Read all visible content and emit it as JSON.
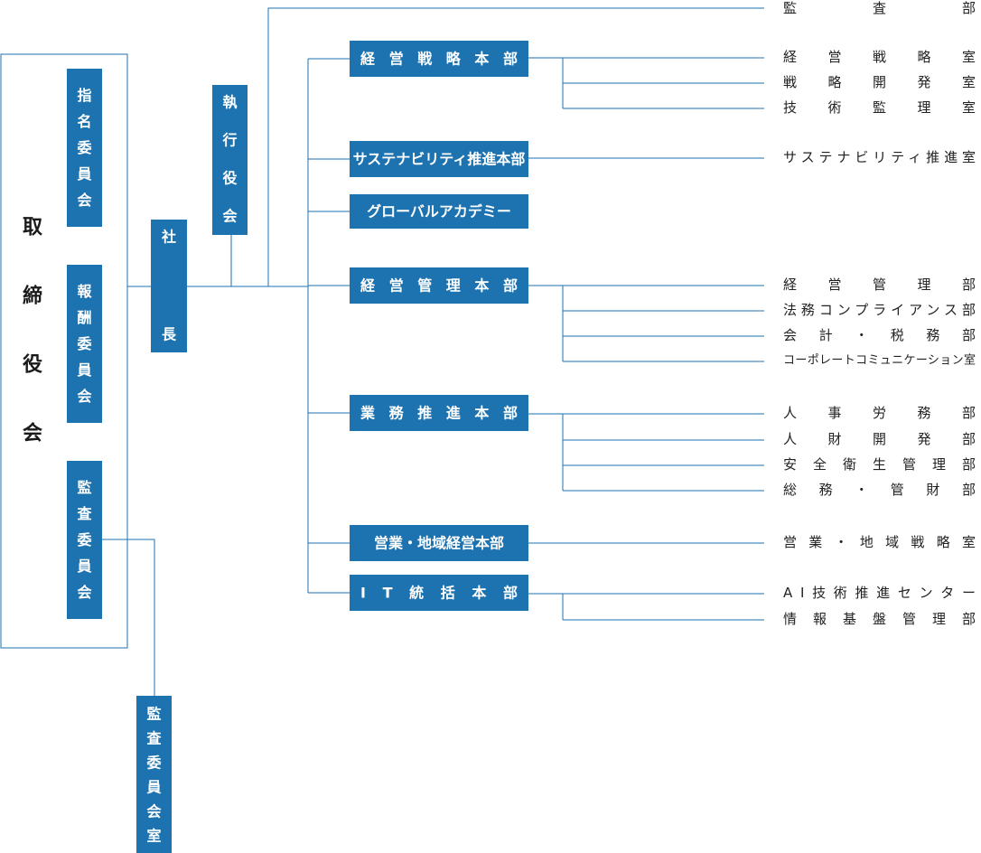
{
  "board": {
    "label": "取締役会"
  },
  "committees": [
    {
      "label": "指名委員会"
    },
    {
      "label": "報酬委員会"
    },
    {
      "label": "監査委員会"
    }
  ],
  "audit_office": {
    "label": "監査委員会室"
  },
  "president": {
    "label": "社長"
  },
  "exec_officers": {
    "label": "執行役会"
  },
  "audit_dept": {
    "label": "監査部"
  },
  "headquarters": [
    {
      "label": "経営戦略本部",
      "children": [
        "経営戦略室",
        "戦略開発室",
        "技術監理室"
      ]
    },
    {
      "label": "サステナビリティ推進本部",
      "children": [
        "サステナビリティ推進室"
      ]
    },
    {
      "label": "グローバルアカデミー",
      "children": []
    },
    {
      "label": "経営管理本部",
      "children": [
        "経営管理部",
        "法務コンプライアンス部",
        "会計・税務部",
        "コーポレートコミュニケーション室"
      ]
    },
    {
      "label": "業務推進本部",
      "children": [
        "人事労務部",
        "人財開発部",
        "安全衛生管理部",
        "総務・管財部"
      ]
    },
    {
      "label": "営業・地域経営本部",
      "children": [
        "営業・地域戦略室"
      ]
    },
    {
      "label": "IT統括本部",
      "children": [
        "AI技術推進センター",
        "情報基盤管理部"
      ]
    }
  ],
  "colors": {
    "box": "#1d72b0",
    "line": "#1d72b0",
    "text_dark": "#222222"
  }
}
